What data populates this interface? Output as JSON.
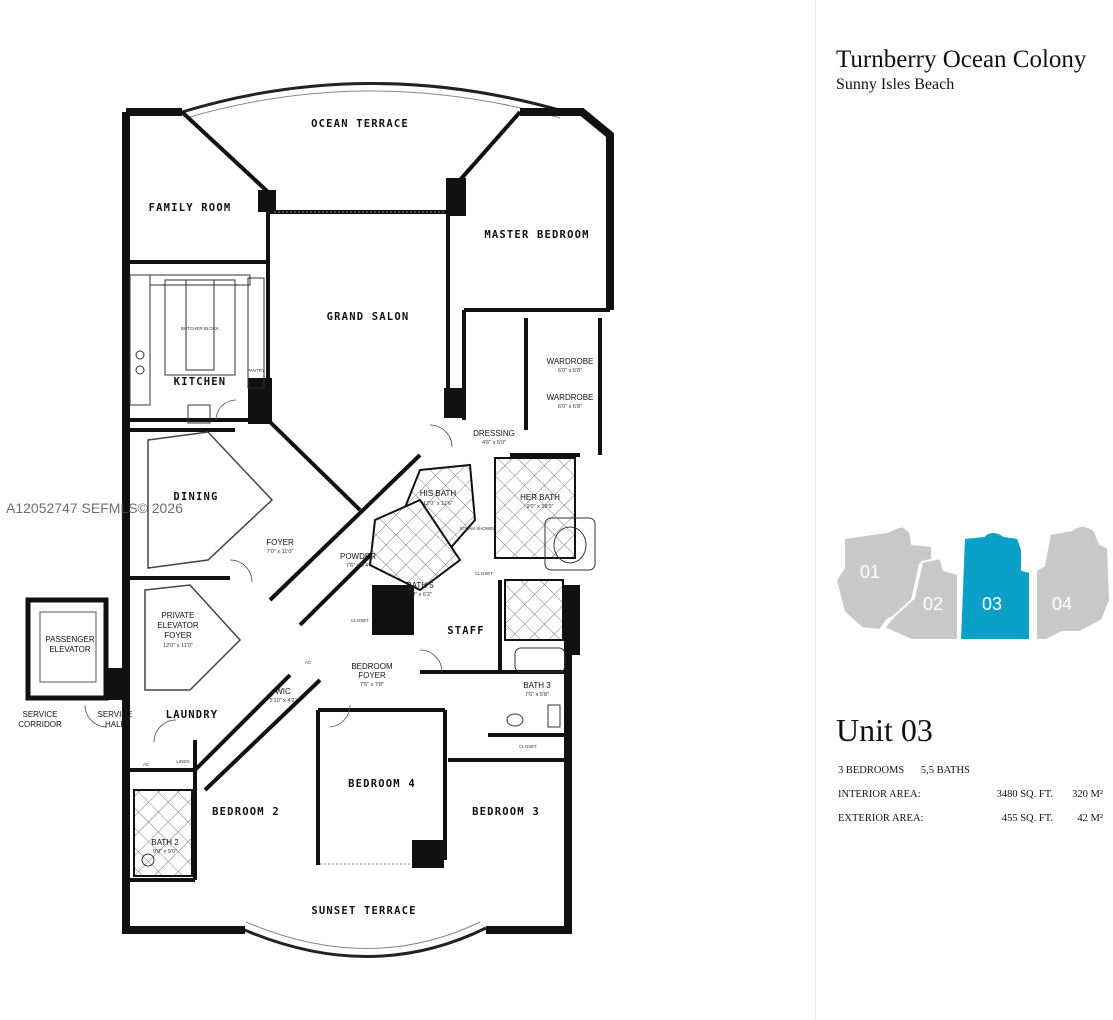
{
  "listing": {
    "title": "Turnberry Ocean Colony",
    "subtitle": "Sunny Isles Beach",
    "watermark": "A12052747   SEFMLS© 2026",
    "unit_title": "Unit 03",
    "bedrooms": "3 BEDROOMS",
    "baths": "5,5 BATHS",
    "interior_label": "INTERIOR AREA:",
    "interior_sqft": "3480 SQ. FT.",
    "interior_m2": "320 M²",
    "exterior_label": "EXTERIOR AREA:",
    "exterior_sqft": "455 SQ. FT.",
    "exterior_m2": "42 M²"
  },
  "keyplan": {
    "units": [
      "01",
      "02",
      "03",
      "04"
    ],
    "highlight": "03",
    "highlight_color": "#0aa0c8",
    "base_color": "#c8c8c8"
  },
  "rooms": {
    "ocean_terrace": "OCEAN TERRACE",
    "family_room": "FAMILY ROOM",
    "master_bedroom": "MASTER BEDROOM",
    "grand_salon": "GRAND SALON",
    "kitchen": "KITCHEN",
    "butcher_block": "BUTCHER BLOCK",
    "wardrobe_1": "WARDROBE",
    "wardrobe_1_dim": "6'0\" x 6'8\"",
    "wardrobe_2": "WARDROBE",
    "wardrobe_2_dim": "6'0\" x 6'8\"",
    "dressing": "DRESSING",
    "dressing_dim": "4'6\" x 5'0\"",
    "dining": "DINING",
    "his_bath": "HIS BATH",
    "his_bath_dim": "12'0\" x 11'6\"",
    "her_bath": "HER BATH",
    "her_bath_dim": "9'0\" x 18'0\"",
    "foyer": "FOYER",
    "foyer_dim": "7'0\" x 11'0\"",
    "powder": "POWDER",
    "powder_dim": "7'6\" x 5'4\"",
    "bath5": "BATH 5",
    "bath5_dim": "7'0\" x 6'2\"",
    "steam_shower": "STEAM SHOWER",
    "private_elevator_foyer_1": "PRIVATE",
    "private_elevator_foyer_2": "ELEVATOR",
    "private_elevator_foyer_3": "FOYER",
    "private_elevator_foyer_dim": "12'0\" x 11'0\"",
    "passenger_elevator_1": "PASSENGER",
    "passenger_elevator_2": "ELEVATOR",
    "staff": "STAFF",
    "bedroom_foyer_1": "BEDROOM",
    "bedroom_foyer_2": "FOYER",
    "bedroom_foyer_dim": "7'6\" x 7'8\"",
    "wic": "WIC",
    "wic_dim": "5'10\" x 4'2\"",
    "laundry": "LAUNDRY",
    "bath3": "BATH 3",
    "bath3_dim": "7'6\" x 5'8\"",
    "service_corridor_1": "SERVICE",
    "service_corridor_2": "CORRIDOR",
    "service_hall_1": "SERVICE",
    "service_hall_2": "HALL",
    "bedroom2": "BEDROOM 2",
    "bedroom4": "BEDROOM 4",
    "bedroom3": "BEDROOM 3",
    "bath2": "BATH 2",
    "bath2_dim": "9'0\" x 9'0\"",
    "sunset_terrace": "SUNSET TERRACE",
    "closet": "CLOSET",
    "pantry": "PANTRY",
    "ac": "AC",
    "linen": "LINEN"
  }
}
